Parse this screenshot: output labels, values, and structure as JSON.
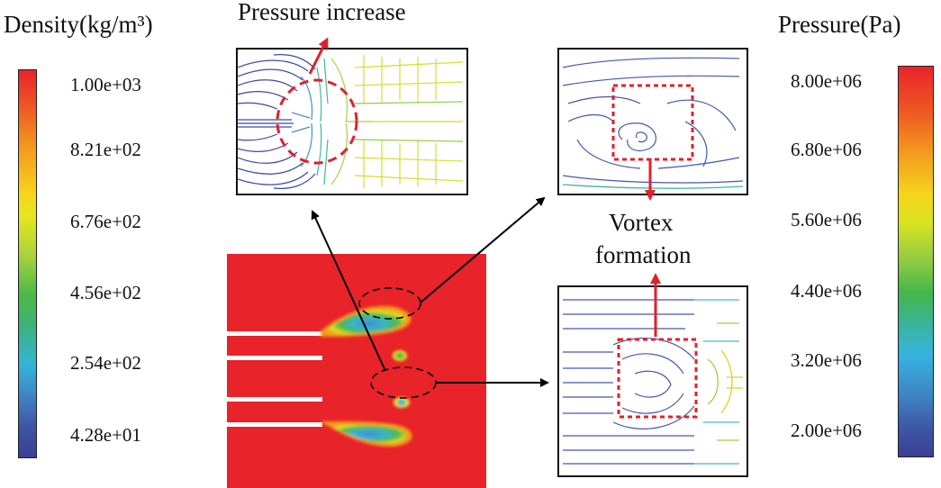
{
  "density": {
    "title": "Density(kg/m³)",
    "ticks": [
      "1.00e+03",
      "8.21e+02",
      "6.76e+02",
      "4.56e+02",
      "2.54e+02",
      "4.28e+01"
    ]
  },
  "pressure": {
    "title": "Pressure(Pa)",
    "ticks": [
      "8.00e+06",
      "6.80e+06",
      "5.60e+06",
      "4.40e+06",
      "3.20e+06",
      "2.00e+06"
    ]
  },
  "annotations": {
    "pressure_increase": "Pressure increase",
    "vortex_line1": "Vortex",
    "vortex_line2": "formation"
  },
  "colors": {
    "contour_background": "#e8232a",
    "annotation_red": "#e0202a",
    "arrow_black": "#000000",
    "low_blue": "#2e3f9b",
    "green": "#3fae3f",
    "yellow": "#f1e31b"
  },
  "icons": {
    "pressure_increase_arrow": "red-up-arrow",
    "vortex_arrow_top": "red-down-arrow",
    "vortex_arrow_bottom": "red-up-arrow",
    "callout_arrows": "black-arrows"
  }
}
